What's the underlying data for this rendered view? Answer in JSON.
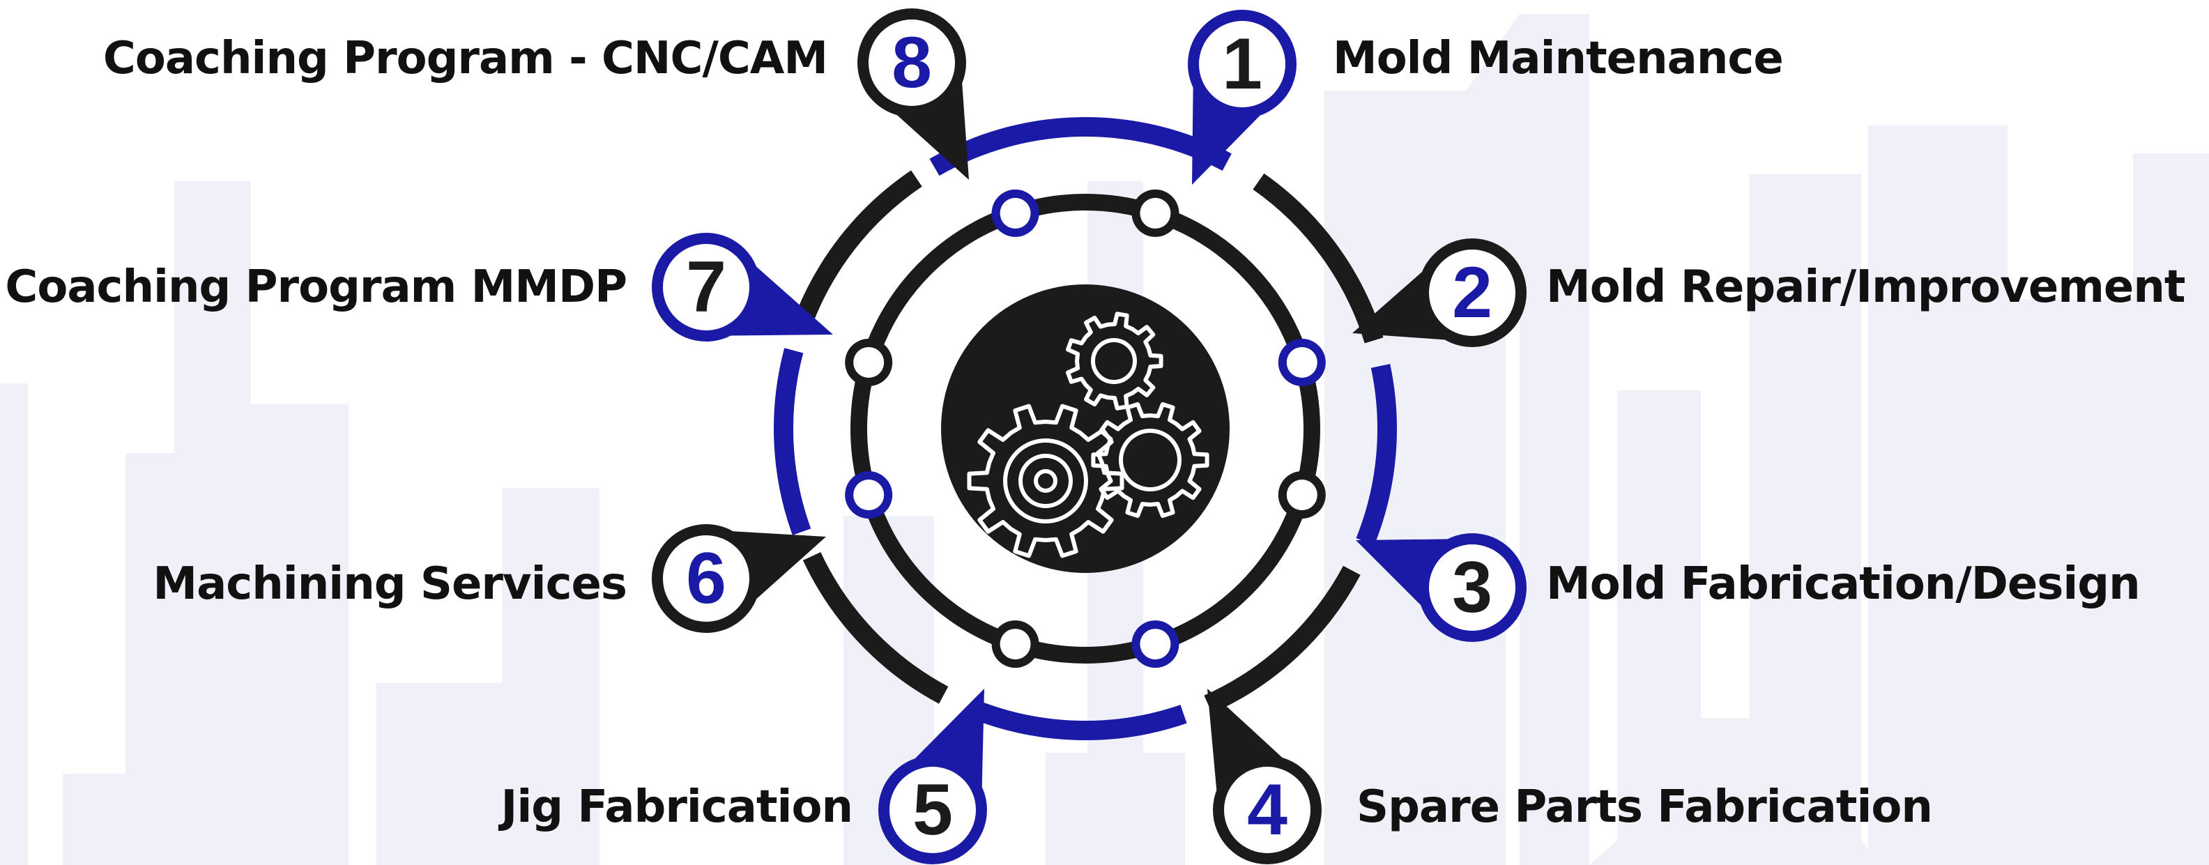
{
  "colors": {
    "primary_blue": "#1a1aa6",
    "dark": "#1b1b1b",
    "background_skyline": "#f0f0f8",
    "white": "#ffffff"
  },
  "center": {
    "icon": "gears-icon"
  },
  "services": [
    {
      "number": "1",
      "label": "Mold Maintenance",
      "accent": "blue"
    },
    {
      "number": "2",
      "label": "Mold Repair/Improvement",
      "accent": "dark"
    },
    {
      "number": "3",
      "label": "Mold Fabrication/Design",
      "accent": "blue"
    },
    {
      "number": "4",
      "label": "Spare Parts Fabrication",
      "accent": "dark"
    },
    {
      "number": "5",
      "label": "Jig Fabrication",
      "accent": "blue"
    },
    {
      "number": "6",
      "label": "Machining Services",
      "accent": "dark"
    },
    {
      "number": "7",
      "label": "Coaching Program MMDP",
      "accent": "blue"
    },
    {
      "number": "8",
      "label": "Coaching Program - CNC/CAM",
      "accent": "dark"
    }
  ]
}
